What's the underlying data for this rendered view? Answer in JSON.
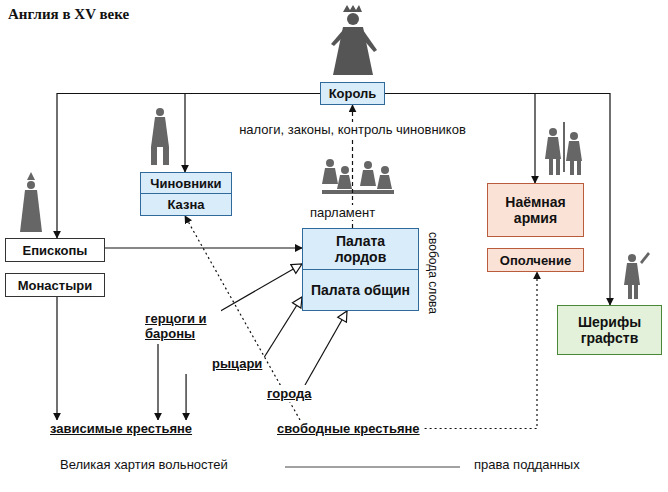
{
  "diagram": {
    "title": "Англия в XV веке",
    "nodes": [
      {
        "text": [
          "Король"
        ]
      },
      {
        "text": [
          "Чиновники"
        ]
      },
      {
        "text": [
          "Казна"
        ]
      },
      {
        "text": [
          "Епископы"
        ]
      },
      {
        "text": [
          "Монастыри"
        ]
      },
      {
        "text": [
          "Палата лордов"
        ]
      },
      {
        "text": [
          "Палата общин"
        ]
      },
      {
        "text": [
          "Наёмная армия"
        ]
      },
      {
        "text": [
          "Ополчение"
        ]
      },
      {
        "text": [
          "Шерифы графств"
        ]
      },
      {
        "text": [
          "герцоги и бароны"
        ]
      },
      {
        "text": [
          "рыцари"
        ]
      },
      {
        "text": [
          "города"
        ]
      },
      {
        "text": [
          "зависимые крестьяне"
        ]
      },
      {
        "text": [
          "свободные крестьяне"
        ]
      }
    ],
    "edges": [
      {
        "from": 0,
        "to": 1,
        "arrow": "to"
      },
      {
        "from": 0,
        "to": 3,
        "arrow": "to"
      },
      {
        "from": 0,
        "to": 7,
        "arrow": "to"
      },
      {
        "from": 0,
        "to": 9,
        "arrow": "to"
      },
      {
        "from": 5,
        "to": 0,
        "label": "налоги, законы, контроль чиновников",
        "arrow": "to"
      },
      {
        "from": 3,
        "to": 5,
        "arrow": "to"
      },
      {
        "from": 10,
        "to": 5,
        "arrow": "to"
      },
      {
        "from": 11,
        "to": 6,
        "arrow": "to"
      },
      {
        "from": 12,
        "to": 6,
        "arrow": "to"
      },
      {
        "from": 4,
        "to": 13,
        "arrow": "to"
      },
      {
        "from": 10,
        "to": 13,
        "arrow": "to"
      },
      {
        "from": 11,
        "to": 13,
        "arrow": "to"
      },
      {
        "from": 14,
        "to": 2,
        "arrow": "to"
      },
      {
        "from": 14,
        "to": 8,
        "arrow": "to"
      }
    ],
    "labels": [
      "парламент",
      "свобода слова",
      "Великая хартия вольностей",
      "права подданных"
    ]
  }
}
